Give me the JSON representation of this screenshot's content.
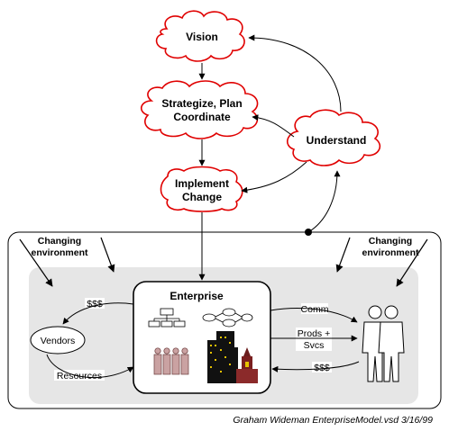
{
  "nodes": {
    "vision": "Vision",
    "strategize_line1": "Strategize, Plan",
    "strategize_line2": "Coordinate",
    "implement_line1": "Implement",
    "implement_line2": "Change",
    "understand": "Understand",
    "enterprise": "Enterprise",
    "vendors": "Vendors"
  },
  "environment": {
    "left_line1": "Changing",
    "left_line2": "environment",
    "right_line1": "Changing",
    "right_line2": "environment"
  },
  "flows": {
    "money_to_vendors": "$$$",
    "resources": "Resources",
    "comm": "Comm",
    "prods_line1": "Prods +",
    "prods_line2": "Svcs",
    "money_from_customers": "$$$"
  },
  "footer": "Graham Wideman  EnterpriseModel.vsd 3/16/99",
  "colors": {
    "cloud_stroke": "#e00000",
    "panel_fill": "#e6e6e6",
    "line": "#000000"
  },
  "icons": [
    "org-chart-icon",
    "process-flow-icon",
    "people-group-icon",
    "skyscraper-icon",
    "church-icon",
    "customer-icon"
  ]
}
